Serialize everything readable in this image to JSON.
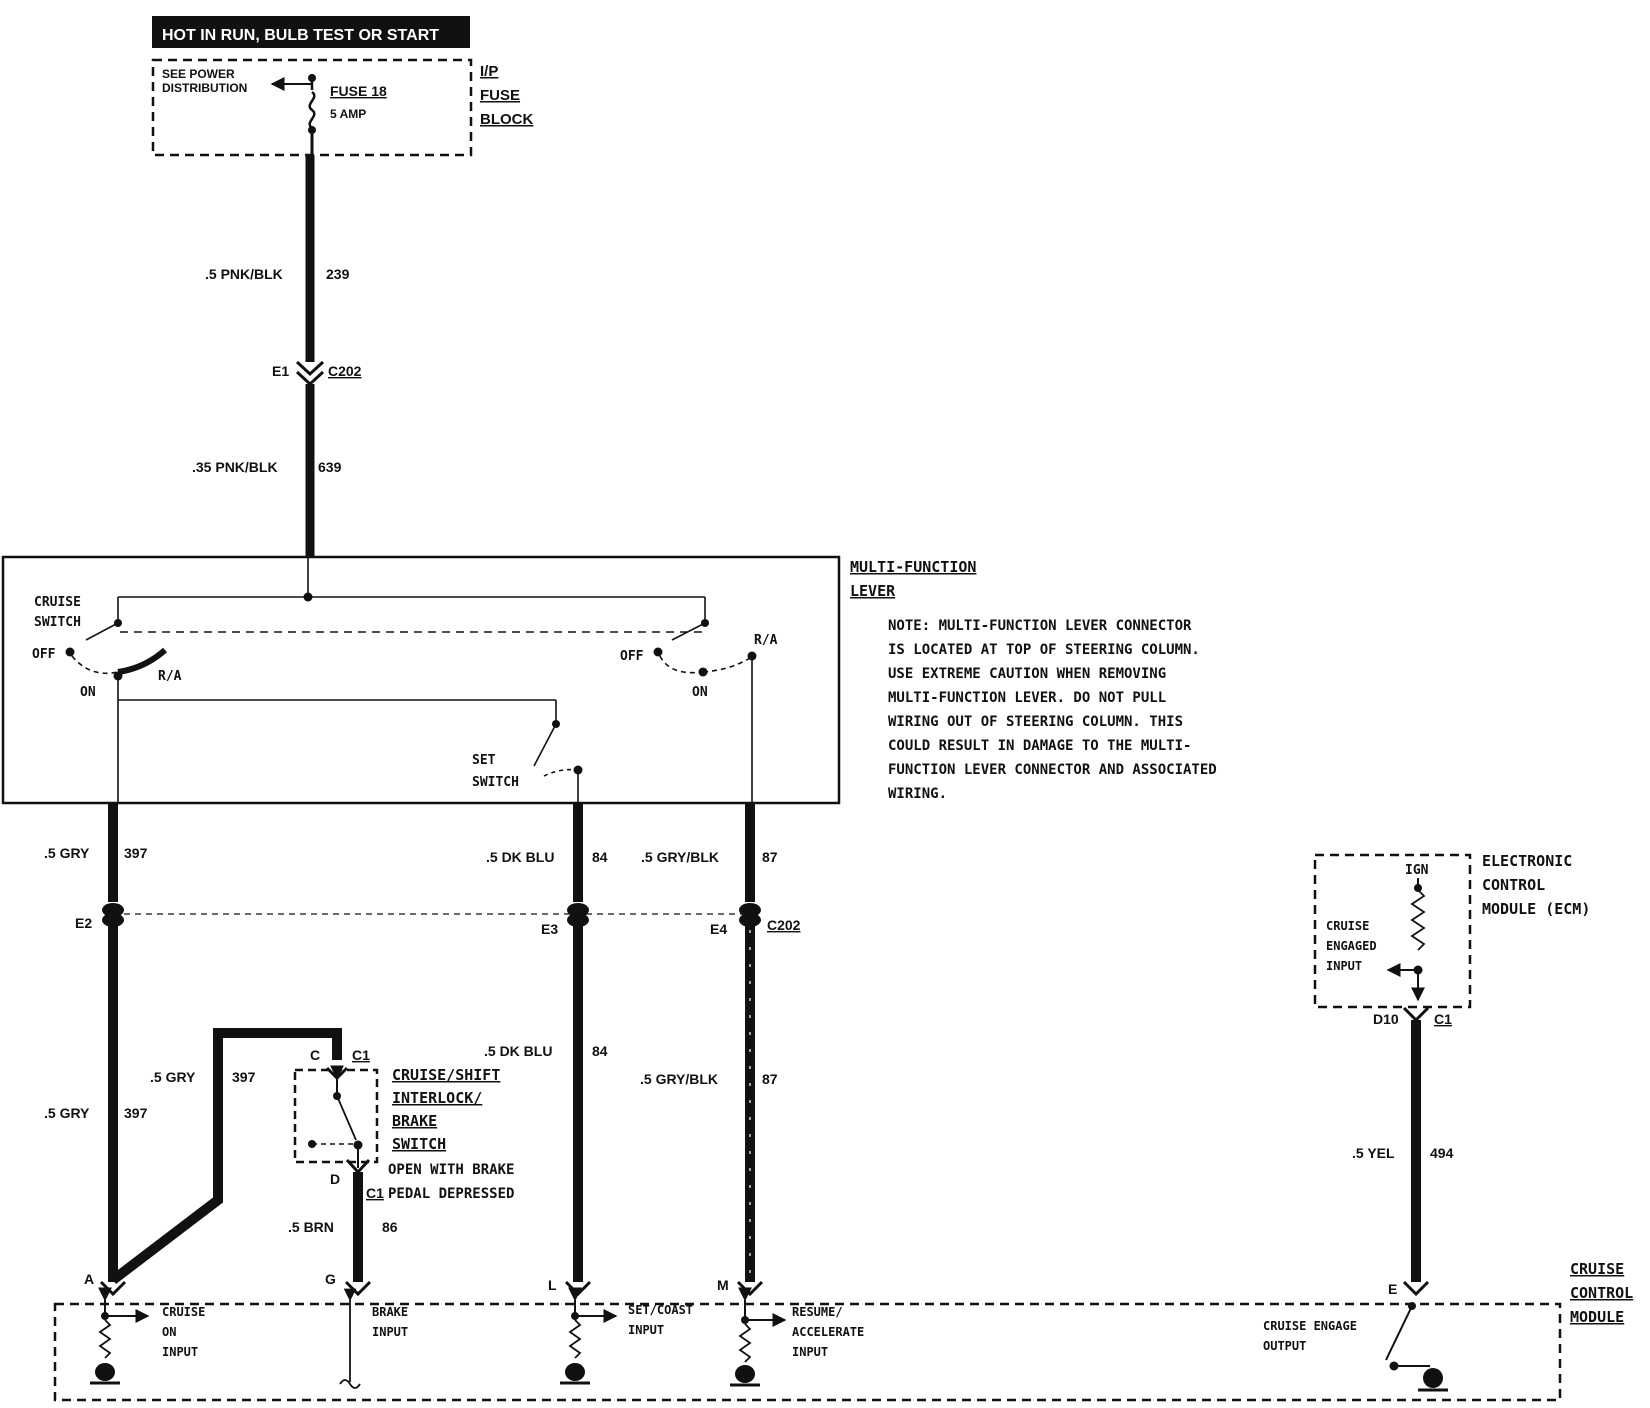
{
  "header": {
    "title": "HOT IN RUN, BULB TEST OR START"
  },
  "fuse_block": {
    "see_power_line1": "SEE POWER",
    "see_power_line2": "DISTRIBUTION",
    "fuse_name": "FUSE 18",
    "fuse_rating": "5 AMP",
    "label": [
      "I/P",
      "FUSE",
      "BLOCK"
    ]
  },
  "wires": {
    "w239": {
      "gauge_color": ".5 PNK/BLK",
      "circuit": "239"
    },
    "w639": {
      "gauge_color": ".35 PNK/BLK",
      "circuit": "639"
    },
    "w397_top": {
      "gauge_color": ".5 GRY",
      "circuit": "397"
    },
    "w84_top": {
      "gauge_color": ".5 DK BLU",
      "circuit": "84"
    },
    "w87_top": {
      "gauge_color": ".5 GRY/BLK",
      "circuit": "87"
    },
    "w397_inner": {
      "gauge_color": ".5 GRY",
      "circuit": "397"
    },
    "w397_outer": {
      "gauge_color": ".5 GRY",
      "circuit": "397"
    },
    "w84_bot": {
      "gauge_color": ".5 DK BLU",
      "circuit": "84"
    },
    "w87_bot": {
      "gauge_color": ".5 GRY/BLK",
      "circuit": "87"
    },
    "w86": {
      "gauge_color": ".5 BRN",
      "circuit": "86"
    },
    "w494": {
      "gauge_color": ".5 YEL",
      "circuit": "494"
    }
  },
  "connectors": {
    "e1": "E1",
    "c202_top": "C202",
    "e2": "E2",
    "e3": "E3",
    "e4": "E4",
    "c202_bot": "C202",
    "c": "C",
    "c1_top": "C1",
    "d": "D",
    "c1_bot": "C1",
    "d10": "D10",
    "c1_ecm": "C1",
    "pin_a": "A",
    "pin_g": "G",
    "pin_l": "L",
    "pin_m": "M",
    "pin_e": "E"
  },
  "multifunction_lever": {
    "label": [
      "MULTI-FUNCTION",
      "LEVER"
    ],
    "cruise_switch": [
      "CRUISE",
      "SWITCH"
    ],
    "off_left": "OFF",
    "on_left": "ON",
    "ra_left": "R/A",
    "off_right": "OFF",
    "on_right": "ON",
    "ra_right": "R/A",
    "set_switch": [
      "SET",
      "SWITCH"
    ]
  },
  "note": [
    "NOTE: MULTI-FUNCTION LEVER CONNECTOR",
    "IS LOCATED AT TOP OF STEERING COLUMN.",
    "USE EXTREME CAUTION WHEN REMOVING",
    "MULTI-FUNCTION LEVER. DO NOT PULL",
    "WIRING OUT OF STEERING COLUMN. THIS",
    "COULD RESULT IN DAMAGE TO THE MULTI-",
    "FUNCTION LEVER CONNECTOR AND ASSOCIATED",
    "WIRING."
  ],
  "brake_switch": {
    "label": [
      "CRUISE/SHIFT",
      "INTERLOCK/",
      "BRAKE",
      "SWITCH"
    ],
    "note_line1": "OPEN WITH BRAKE",
    "note_line2": "PEDAL DEPRESSED"
  },
  "ecm": {
    "label": [
      "ELECTRONIC",
      "CONTROL",
      "MODULE (ECM)"
    ],
    "ign": "IGN",
    "input": [
      "CRUISE",
      "ENGAGED",
      "INPUT"
    ]
  },
  "cruise_module": {
    "label": [
      "CRUISE",
      "CONTROL",
      "MODULE"
    ],
    "cruise_on": [
      "CRUISE",
      "ON",
      "INPUT"
    ],
    "brake_input": [
      "BRAKE",
      "INPUT"
    ],
    "set_coast": [
      "SET/COAST",
      "INPUT"
    ],
    "resume": [
      "RESUME/",
      "ACCELERATE",
      "INPUT"
    ],
    "engage_output": [
      "CRUISE ENGAGE",
      "OUTPUT"
    ]
  },
  "colors": {
    "ink": "#111111",
    "paper": "#ffffff"
  }
}
